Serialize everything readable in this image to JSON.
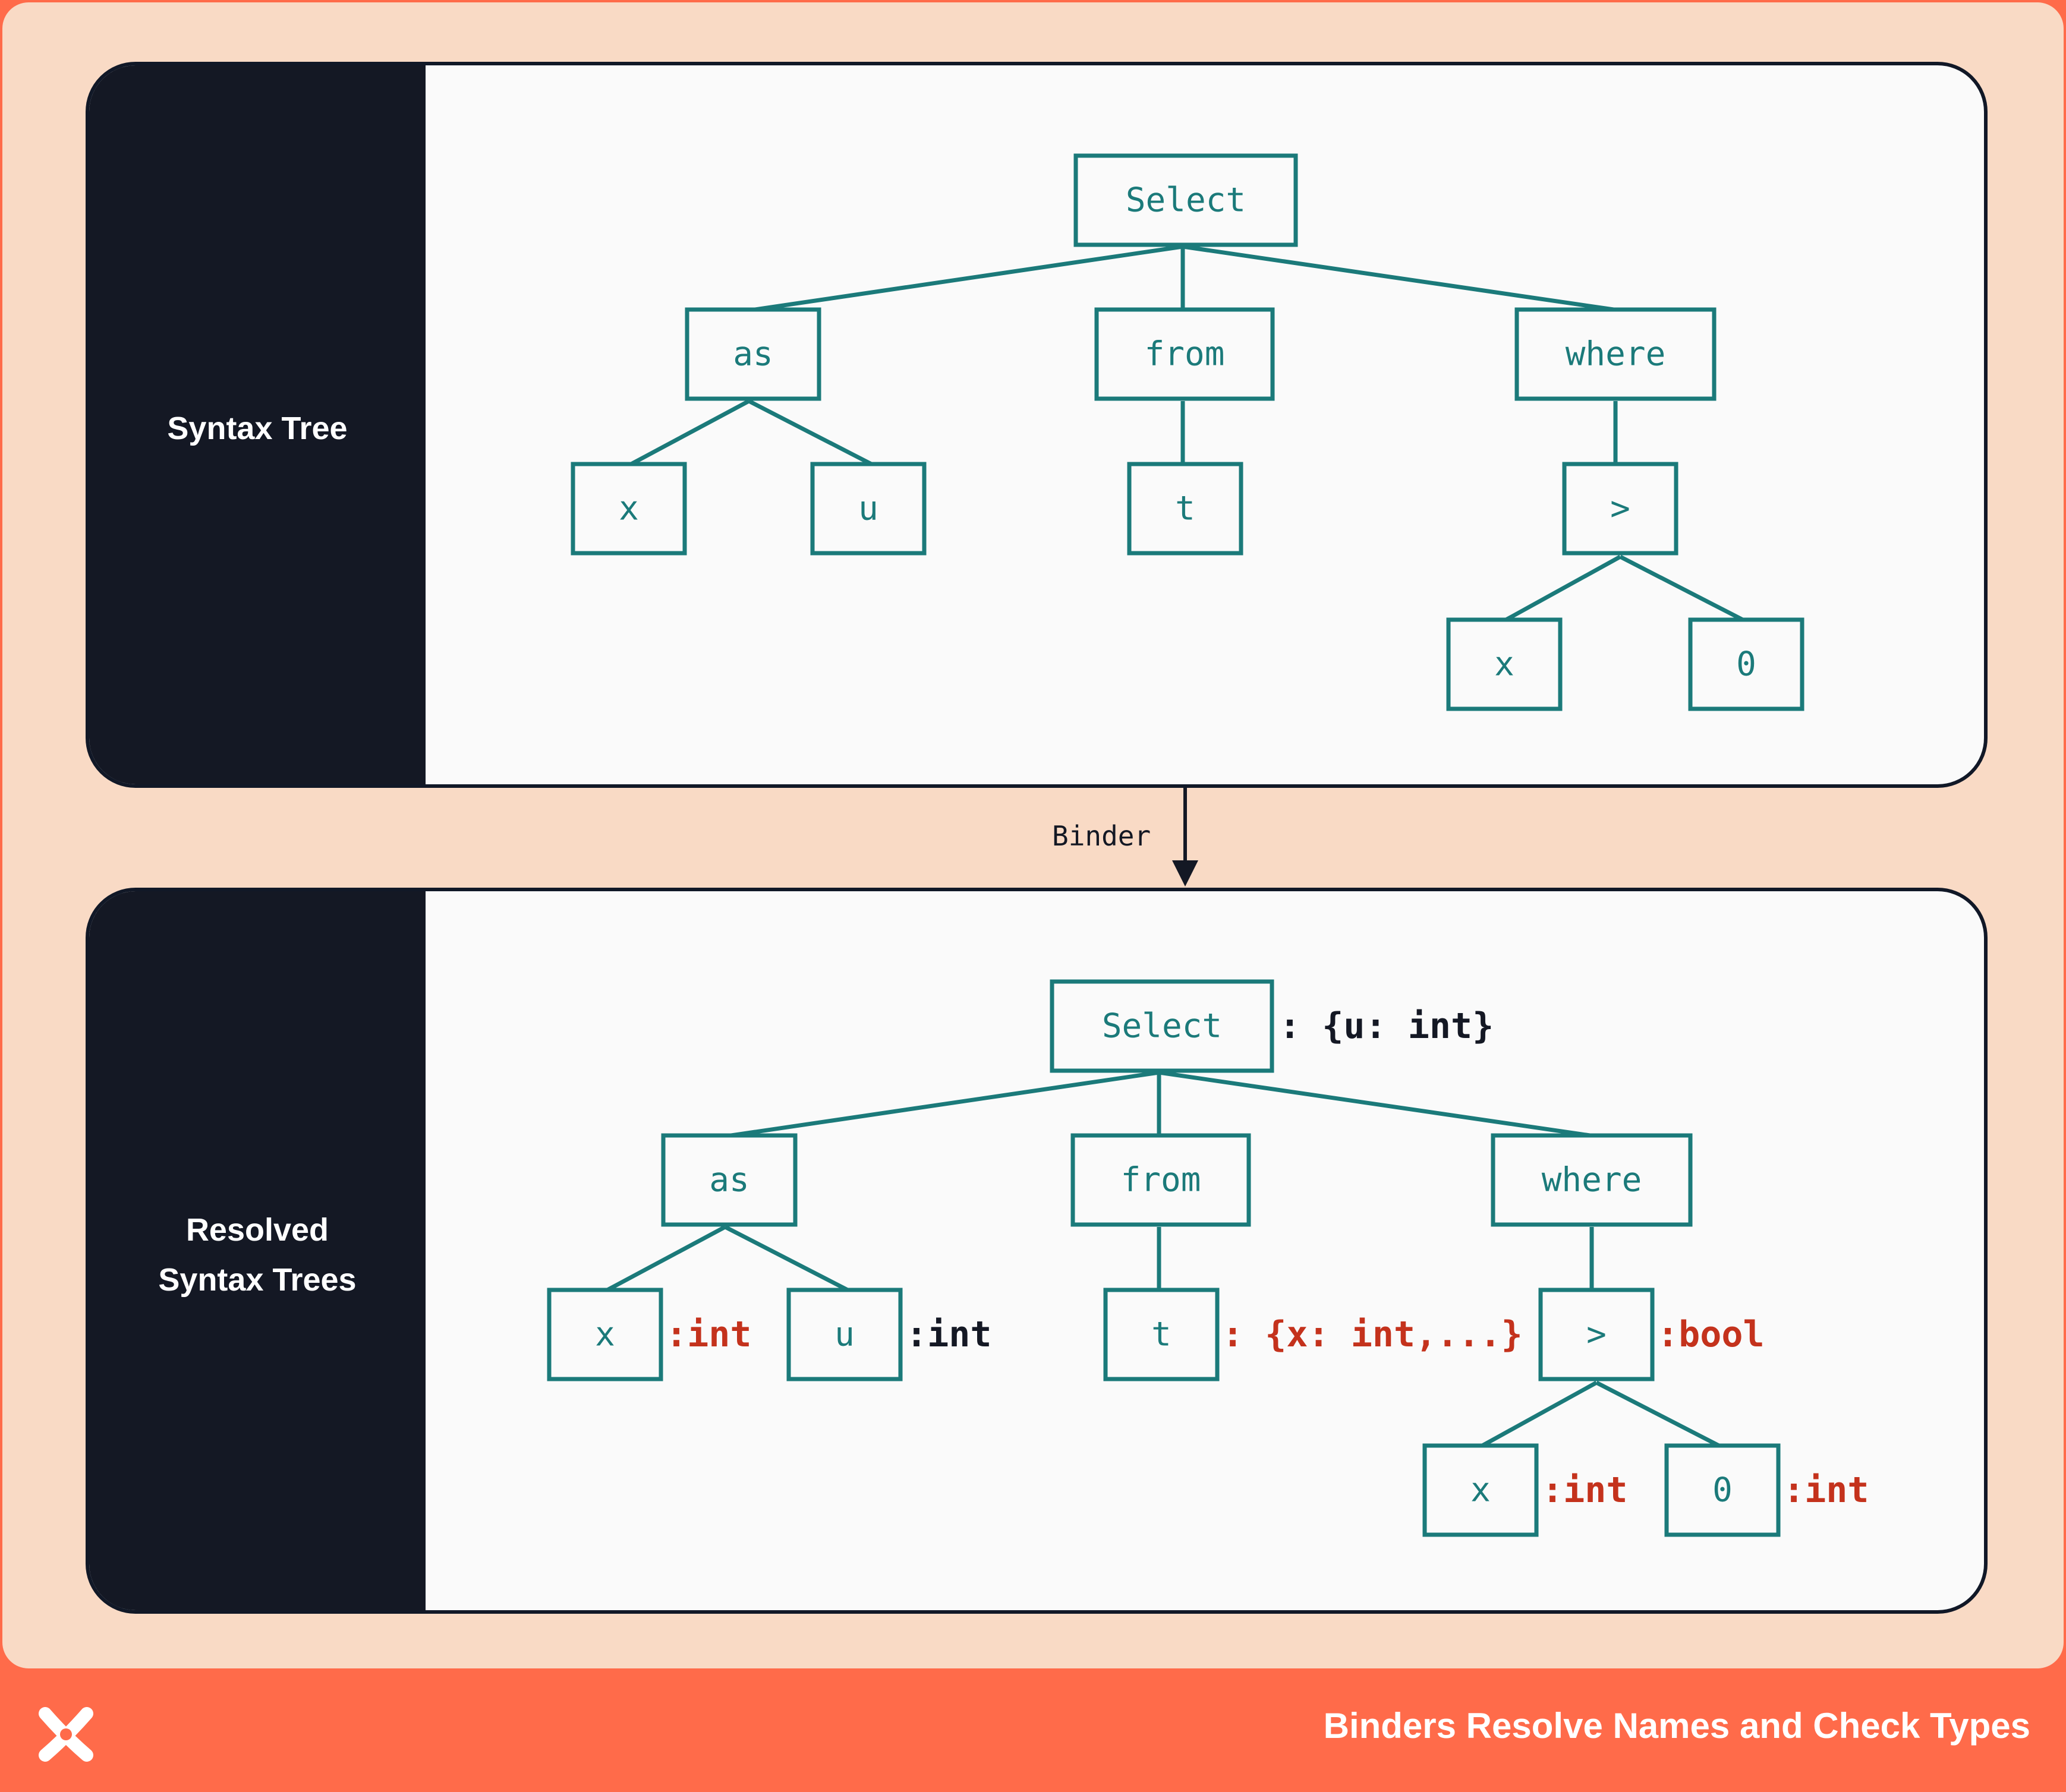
{
  "panels": [
    {
      "label_lines": [
        "Syntax Tree"
      ]
    },
    {
      "label_lines": [
        "Resolved",
        "Syntax Trees"
      ]
    }
  ],
  "tree": {
    "select": "Select",
    "as": "as",
    "from": "from",
    "where": "where",
    "x": "x",
    "u": "u",
    "t": "t",
    "gt": ">",
    "x2": "x",
    "zero": "0"
  },
  "annotations": {
    "select": ": {u: int}",
    "x": ":int",
    "u": ":int",
    "t": ": {x: int,...}",
    "gt": ":bool",
    "x2": ":int",
    "zero": ":int"
  },
  "arrow_label": "Binder",
  "footer": {
    "title": "Binders Resolve Names and Check Types",
    "logo": "x-logo-icon"
  },
  "colors": {
    "node": "#1b7a7a",
    "error": "#c4321c",
    "dark": "#141824",
    "frame": "#f9dac5",
    "footer": "#ff6b4a"
  }
}
